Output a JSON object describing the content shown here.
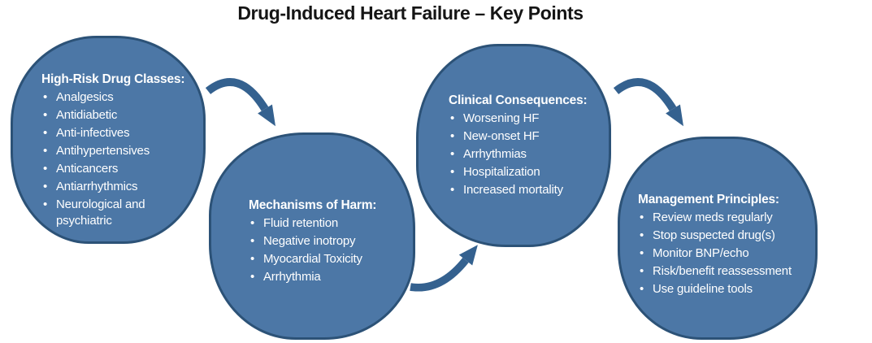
{
  "title": "Drug-Induced Heart Failure – Key Points",
  "bullet_glyph": "•",
  "colors": {
    "background": "#ffffff",
    "blob_fill": "#4C77A6",
    "blob_border": "#2C5277",
    "arrow": "#34618F",
    "title_text": "#151515",
    "blob_text": "#FFFFFF"
  },
  "nodes": [
    {
      "id": "high-risk-drug-classes",
      "heading": "High-Risk Drug Classes:",
      "items": [
        "Analgesics",
        "Antidiabetic",
        "Anti-infectives",
        "Antihypertensives",
        "Anticancers",
        "Antiarrhythmics",
        "Neurological and psychiatric"
      ]
    },
    {
      "id": "mechanisms-of-harm",
      "heading": "Mechanisms of Harm:",
      "items": [
        "Fluid retention",
        "Negative inotropy",
        "Myocardial Toxicity",
        "Arrhythmia"
      ]
    },
    {
      "id": "clinical-consequences",
      "heading": "Clinical Consequences:",
      "items": [
        "Worsening HF",
        "New-onset HF",
        "Arrhythmias",
        "Hospitalization",
        "Increased mortality"
      ]
    },
    {
      "id": "management-principles",
      "heading": "Management Principles:",
      "items": [
        "Review meds regularly",
        "Stop suspected drug(s)",
        "Monitor BNP/echo",
        "Risk/benefit reassessment",
        "Use guideline tools"
      ]
    }
  ],
  "flow": {
    "arrow_1": "high-risk-drug-classes to mechanisms-of-harm",
    "arrow_2": "mechanisms-of-harm to clinical-consequences",
    "arrow_3": "clinical-consequences to management-principles"
  }
}
